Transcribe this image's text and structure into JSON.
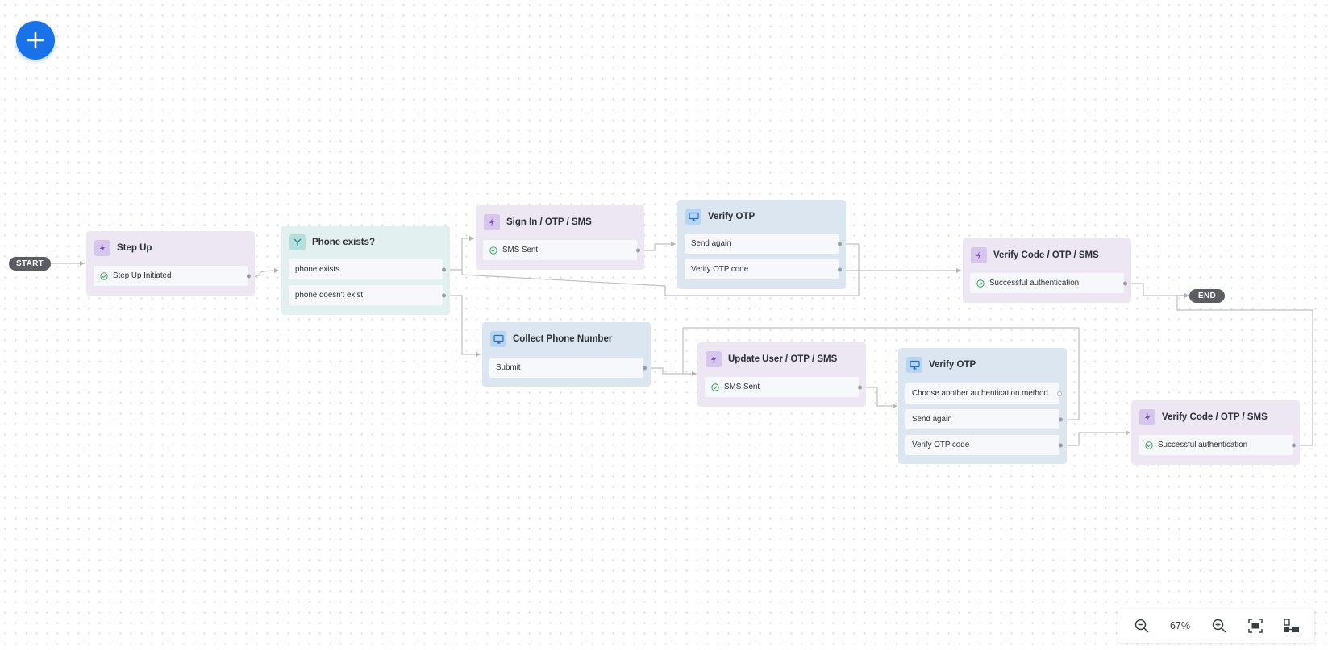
{
  "canvas": {
    "add_icon": "plus-icon",
    "start_label": "START",
    "end_label": "END"
  },
  "nodes": {
    "step_up": {
      "title": "Step Up",
      "type": "action",
      "outputs": [
        "Step Up Initiated"
      ]
    },
    "phone_exists": {
      "title": "Phone exists?",
      "type": "condition",
      "outputs": [
        "phone exists",
        "phone doesn't exist"
      ]
    },
    "sign_in": {
      "title": "Sign In / OTP / SMS",
      "type": "action",
      "outputs": [
        "SMS Sent"
      ]
    },
    "verify_otp_1": {
      "title": "Verify OTP",
      "type": "screen",
      "outputs": [
        "Send again",
        "Verify OTP code"
      ]
    },
    "verify_code_1": {
      "title": "Verify Code / OTP / SMS",
      "type": "action",
      "outputs": [
        "Successful authentication"
      ]
    },
    "collect_phone": {
      "title": "Collect Phone Number",
      "type": "screen",
      "outputs": [
        "Submit"
      ]
    },
    "update_user": {
      "title": "Update User / OTP / SMS",
      "type": "action",
      "outputs": [
        "SMS Sent"
      ]
    },
    "verify_otp_2": {
      "title": "Verify OTP",
      "type": "screen",
      "outputs": [
        "Choose another authentication method",
        "Send again",
        "Verify OTP code"
      ]
    },
    "verify_code_2": {
      "title": "Verify Code / OTP / SMS",
      "type": "action",
      "outputs": [
        "Successful authentication"
      ]
    }
  },
  "zoom": {
    "level": "67%",
    "zoom_out_icon": "zoom-out-icon",
    "zoom_in_icon": "zoom-in-icon",
    "fit_icon": "fit-view-icon",
    "layout_icon": "auto-layout-icon"
  },
  "colors": {
    "accent": "#1973e8",
    "action": "#ede7f4",
    "condition": "#e2f1ef",
    "screen": "#dbe6f0",
    "success": "#3aa757"
  }
}
